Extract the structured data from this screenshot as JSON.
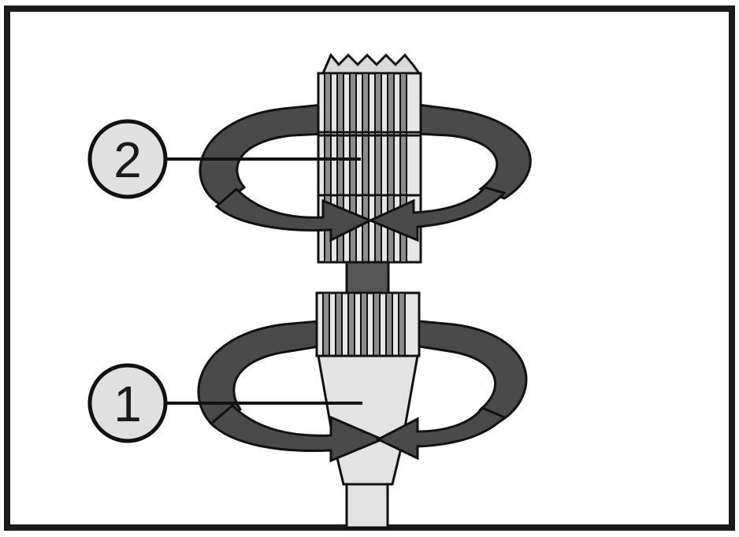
{
  "diagram": {
    "callouts": [
      {
        "id": "1",
        "text": "1",
        "target": "lower-coupling-nut"
      },
      {
        "id": "2",
        "text": "2",
        "target": "upper-coupling-nut"
      }
    ],
    "colors": {
      "frame": "#1a1a1a",
      "arrow_fill": "#4a4a4a",
      "knurl_light": "#e6e6e6",
      "knurl_dark": "#8c8c8c",
      "body_light": "#e3e3e3",
      "callout_fill": "#e0e0e0",
      "shaft": "#555555"
    },
    "rotation_arrows": [
      "upper-rotation-arrow",
      "lower-rotation-arrow"
    ]
  }
}
